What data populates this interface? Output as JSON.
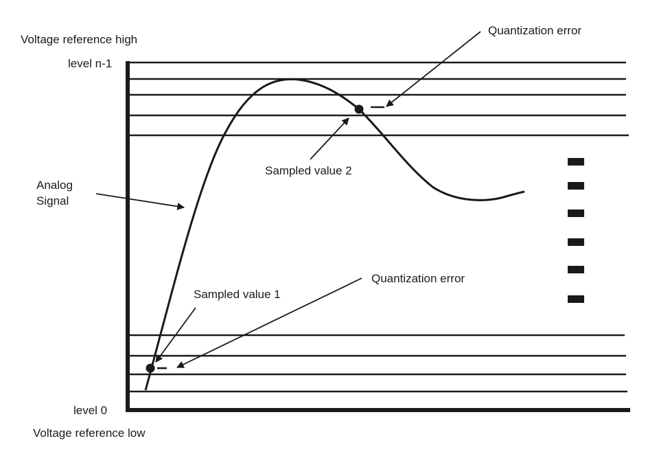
{
  "labels": {
    "vref_high": "Voltage reference high",
    "level_top": "level n-1",
    "level_bottom": "level 0",
    "vref_low": "Voltage reference low",
    "analog_signal_line1": "Analog",
    "analog_signal_line2": "Signal",
    "sampled_value_1": "Sampled value 1",
    "sampled_value_2": "Sampled value 2",
    "quantization_error_top": "Quantization error",
    "quantization_error_bottom": "Quantization error"
  },
  "colors": {
    "ink": "#1a1a1a",
    "background": "#ffffff"
  }
}
